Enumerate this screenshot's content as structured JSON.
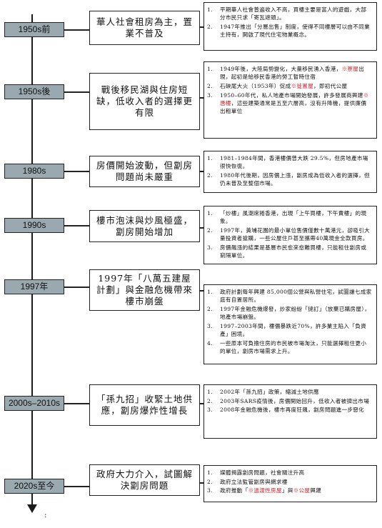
{
  "rows": [
    {
      "era": "1950s前",
      "summary": "華人社會租房為主，置業不普及",
      "points": [
        [
          "平期華人社會普遍收入不高，買樓主要是富人的遊戲，大部分市民只求「寄瓦遮頭」。"
        ],
        [
          "1947年推出「分層出售」制度，使得不同樓層可以由不同業主持有，開啟了現代住宅物業概念。"
        ]
      ]
    },
    {
      "era": "1950s後",
      "summary": "戰後移民湖與住房短缺，低收入者的選擇更有限",
      "points": [
        [
          "1949年後，大陸局勢變化，大量移民湧入香港，",
          {
            "mark": "※",
            "text": "寮屋"
          },
          "出現，起初是給移民香港的勞工暫時住宿"
        ],
        [
          "石硤尾大火（1953年）促成",
          {
            "mark": "※",
            "text": "徙置屋"
          },
          "，即初代公屋"
        ],
        [
          "1950–60年代，私人地產市場開始發展，許多發展商興建",
          {
            "mark": "※",
            "text": "唐樓"
          },
          "，這些建築通常是五至六層高，沒有升降機，提供廉價出租單位"
        ]
      ]
    },
    {
      "era": "1980s",
      "summary": "房價開始波動，但劏房問題尚未嚴重",
      "points": [
        [
          "1981–1984年間，香港樓價曾大跌 29.5%，但房地產市場很快恢復。"
        ],
        [
          "1980年代後期，因房價上漲，劏房成為低收入者的選擇，但仍未普及至整個市場。"
        ]
      ]
    },
    {
      "era": "1990s",
      "summary": "樓市泡沫與炒風極盛，劏房開始增加",
      "points": [
        [
          "「炒樓」風潮席捲香港，出現「上午買樓，下午賣樓」的現象。"
        ],
        [
          "1997年，黃埔花園的最小單位售價僅數十萬港元，卻吸引大量投資者搶購，一些公屋住戶甚至攜帶40萬現金全款買房。"
        ],
        [
          "房價飆漲的結果是基層市民愈來愈難買樓，只能租住劏房或窮隔單位。"
        ]
      ]
    },
    {
      "era": "1997年",
      "summary": "1997年「八萬五建屋計劃」與金融危機帶來樓市崩盤",
      "points": [
        [
          "政府計劃每年興建 85,000個公營與私營住宅，試圖讓七成家庭有自置居所。"
        ],
        [
          "1997年金融危機爆發，炒家紛紛「撻訂」（放棄已購房屋），地產市場崩盤。"
        ],
        [
          "1997–2003年間，樓價暴跌近70%，許多業主陷入「負資產」困境。"
        ],
        [
          "一些原本可負擔住房的市民被市場淘汰，只能選擇租住更小的單位，劏房市場需求上升。"
        ]
      ]
    },
    {
      "era": "2000s–2010s",
      "summary": "「孫九招」收緊土地供應，劏房爆炸性增長",
      "points": [
        [
          "2002年「孫九招」政策，縮減土地供應"
        ],
        [
          "2003年SARS疫情後，房價開始回升，低收入者被擠出市場"
        ],
        [
          "2008年金融危機後，樓市再度狂飆，劏房問題進一步惡化"
        ]
      ]
    },
    {
      "era": "2020s至今",
      "summary": "政府大力介入，試圖解決劏房問題",
      "points": [
        [
          "媒體揭露劏房問題，社會關注升高"
        ],
        [
          "政府立法監管劏房與網求樓"
        ],
        [
          "政府推動「",
          {
            "mark": "※",
            "text": "過渡性房屋"
          },
          "」與",
          {
            "mark": "※",
            "text": "公屋"
          },
          "興建"
        ]
      ]
    }
  ],
  "tail": ":",
  "colors": {
    "era_fill": "#9aa8b0",
    "highlight": "#d0202a",
    "line": "#222222"
  }
}
